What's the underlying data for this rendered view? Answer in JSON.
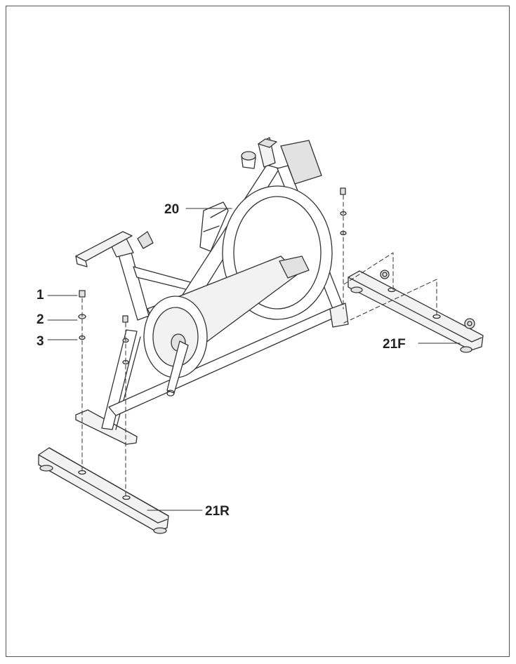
{
  "callouts": {
    "part_1": "1",
    "part_2": "2",
    "part_3": "3",
    "part_20": "20",
    "part_21F": "21F",
    "part_21R": "21R"
  },
  "colors": {
    "line": "#333333",
    "frame_border": "#555555",
    "fill_light": "#f2f2f2",
    "fill_mid": "#e2e2e2"
  }
}
